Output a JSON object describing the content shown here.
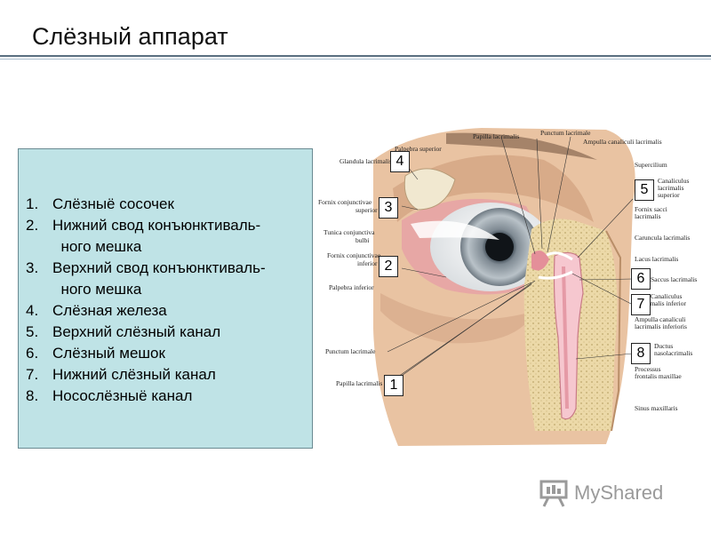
{
  "title": "Слёзный аппарат",
  "legend": [
    {
      "num": "1.",
      "text": "Слёзныё сосочек"
    },
    {
      "num": "2.",
      "text": "Нижний свод конъюнктиваль-"
    },
    {
      "num": "",
      "text": "  ного мешка"
    },
    {
      "num": "3.",
      "text": "Верхний свод конъюнктиваль-"
    },
    {
      "num": "",
      "text": "  ного мешка"
    },
    {
      "num": "4.",
      "text": "Слёзная железа"
    },
    {
      "num": "5.",
      "text": "Верхний слёзный канал"
    },
    {
      "num": "6.",
      "text": "Слёзный мешок"
    },
    {
      "num": "7.",
      "text": "Нижний слёзный канал"
    },
    {
      "num": "8.",
      "text": "Носослёзныё канал"
    }
  ],
  "figure_numbers": [
    "1",
    "2",
    "3",
    "4",
    "5",
    "6",
    "7",
    "8"
  ],
  "latin_labels": {
    "papilla_lacrimalis_top": "Papilla lacrimalis",
    "punctum_lacrimale_top": "Punctum lacrimale",
    "ampulla_top": "Ampulla canaliculi lacrimalis",
    "palpebra_superior": "Palpebra superior",
    "glandula": "Glandula lacrimalis",
    "fornix_sup_1": "Fornix conjunctivae",
    "fornix_sup_2": "superior",
    "tunica_1": "Tunica conjunctiva",
    "tunica_2": "bulbi",
    "fornix_inf_1": "Fornix conjunctivae",
    "fornix_inf_2": "inferior",
    "palpebra_inferior": "Palpebra inferior",
    "punctum_lacrimale_bottom": "Punctum lacrimale",
    "papilla_lacrimalis_bottom": "Papilla lacrimalis",
    "supercilium": "Supercilium",
    "canaliculus_1": "Canaliculus",
    "canaliculus_2": "lacrimalis",
    "canaliculus_3": "superior",
    "fornix_sacci_1": "Fornix sacci",
    "fornix_sacci_2": "lacrimalis",
    "caruncula": "Caruncula lacrimalis",
    "lacus": "Lacus lacrimalis",
    "saccus": "Saccus lacrimalis",
    "canaliculus_inf_1": "Canaliculus",
    "canaliculus_inf_2": "lacrimalis inferior",
    "ampulla_inf_1": "Ampulla canaliculi",
    "ampulla_inf_2": "lacrimalis inferioris",
    "ductus_1": "Ductus",
    "ductus_2": "nasolacrimalis",
    "processus_1": "Processus",
    "processus_2": "frontalis maxillae",
    "sinus": "Sinus maxillaris"
  },
  "watermark": "MyShared"
}
